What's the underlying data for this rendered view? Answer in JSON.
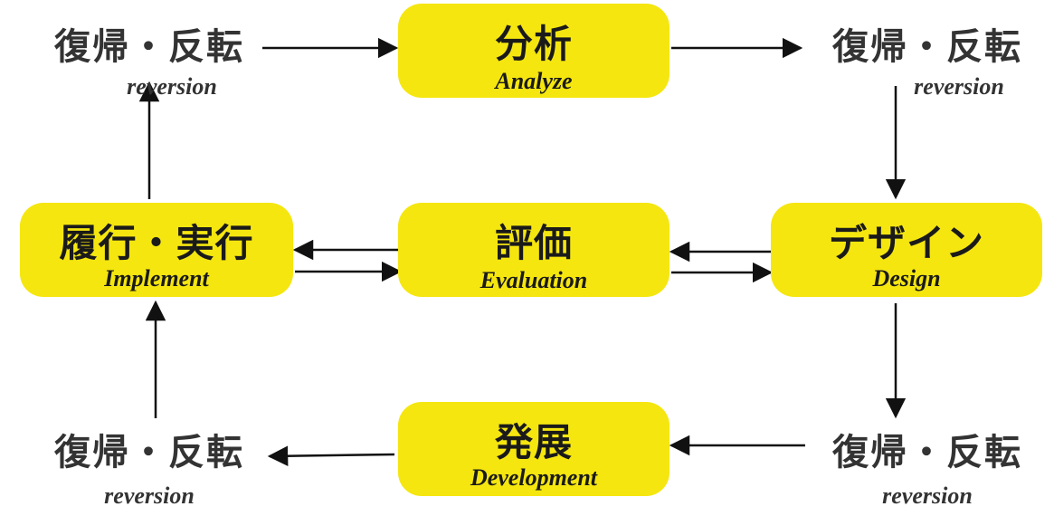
{
  "nodes": {
    "analyze": {
      "jp": "分析",
      "en": "Analyze"
    },
    "evaluation": {
      "jp": "評価",
      "en": "Evaluation"
    },
    "implement": {
      "jp": "履行・実行",
      "en": "Implement"
    },
    "design": {
      "jp": "デザイン",
      "en": "Design"
    },
    "development": {
      "jp": "発展",
      "en": "Development"
    }
  },
  "reversion": {
    "top_left": {
      "jp": "復帰・反転",
      "en": "reversion"
    },
    "top_right": {
      "jp": "復帰・反転",
      "en": "reversion"
    },
    "bottom_left": {
      "jp": "復帰・反転",
      "en": "reversion"
    },
    "bottom_right": {
      "jp": "復帰・反転",
      "en": "reversion"
    }
  },
  "colors": {
    "box_fill": "#f5e60f",
    "arrow": "#111111",
    "text": "#1a1a1a"
  }
}
